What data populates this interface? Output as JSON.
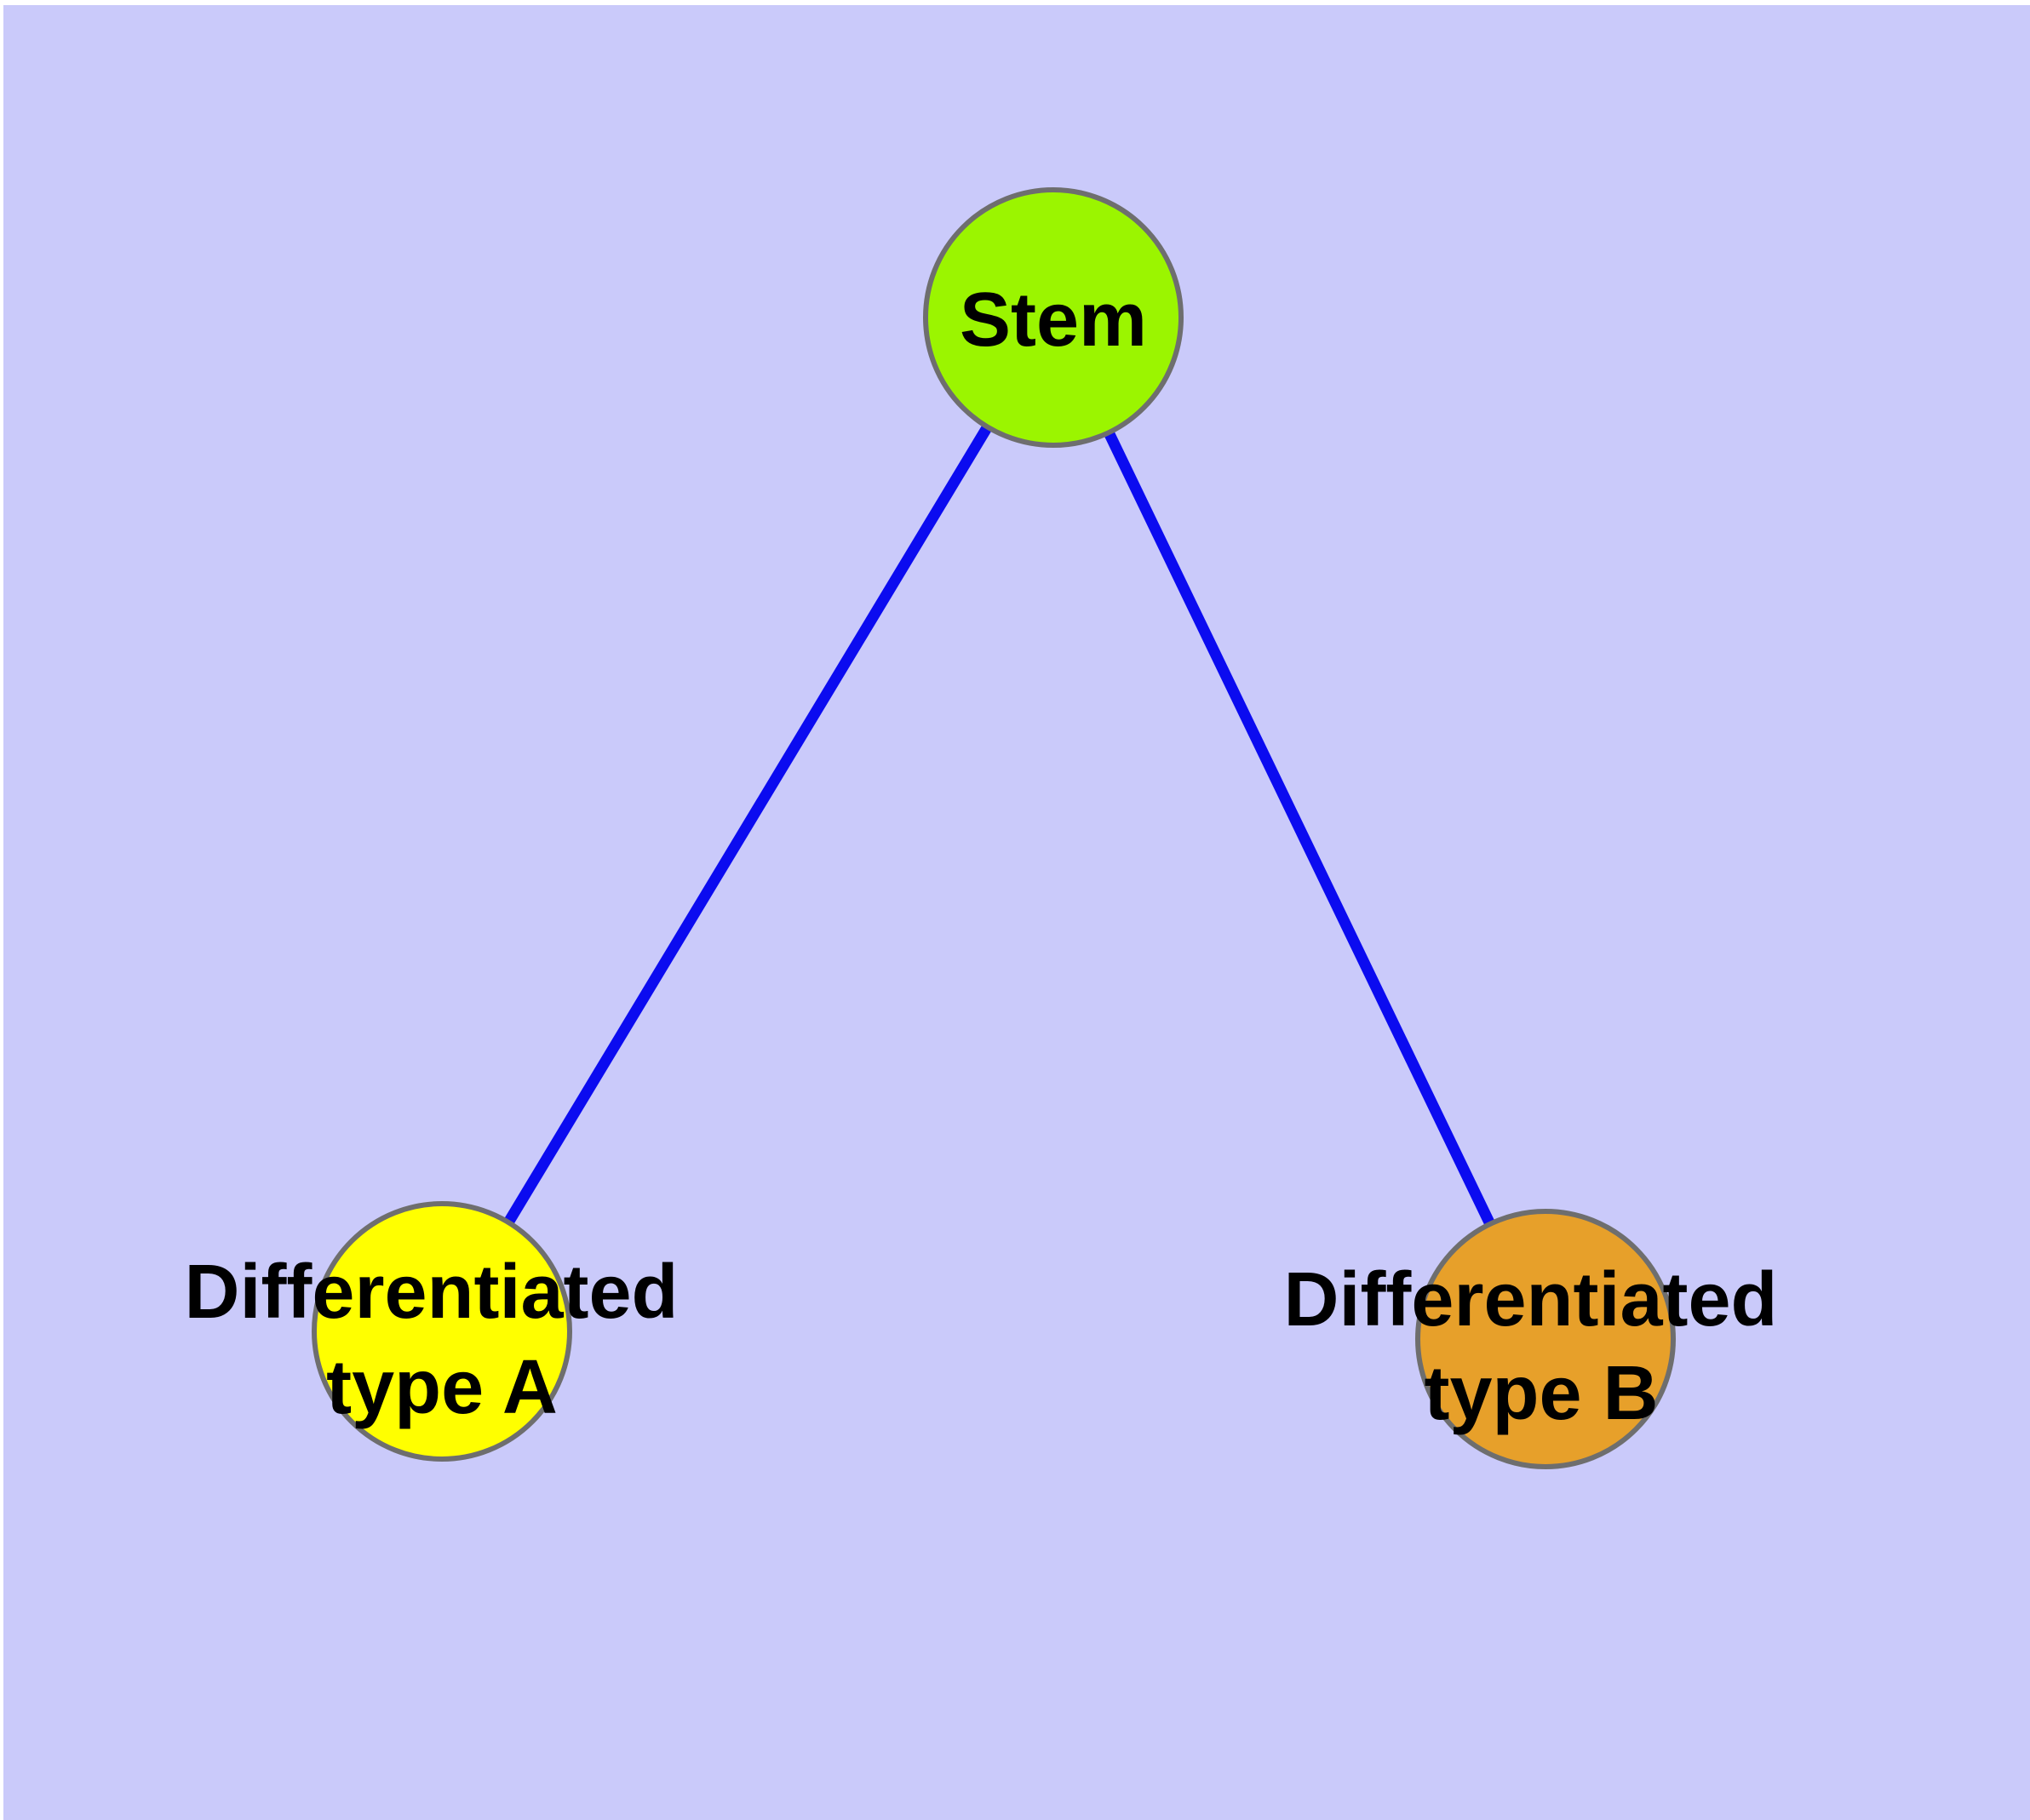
{
  "canvas": {
    "margin_color": "#ffffff",
    "background_color": "#cacafa"
  },
  "graph": {
    "edge_color": "#0b0bf0",
    "node_border_color": "#6e6e6e",
    "label_color": "#000000",
    "nodes": [
      {
        "id": "stem",
        "label": "Stem",
        "fill": "#9bf500"
      },
      {
        "id": "differentiated-type-a",
        "label": "Differentiated type A",
        "label_line1": "Differentiated",
        "label_line2": "type A",
        "fill": "#ffff00"
      },
      {
        "id": "differentiated-type-b",
        "label": "Differentiated type B",
        "label_line1": "Differentiated",
        "label_line2": "type B",
        "fill": "#e7a02a"
      }
    ],
    "edges": [
      {
        "from": "Stem",
        "to": "Differentiated type A"
      },
      {
        "from": "Stem",
        "to": "Differentiated type B"
      }
    ]
  }
}
